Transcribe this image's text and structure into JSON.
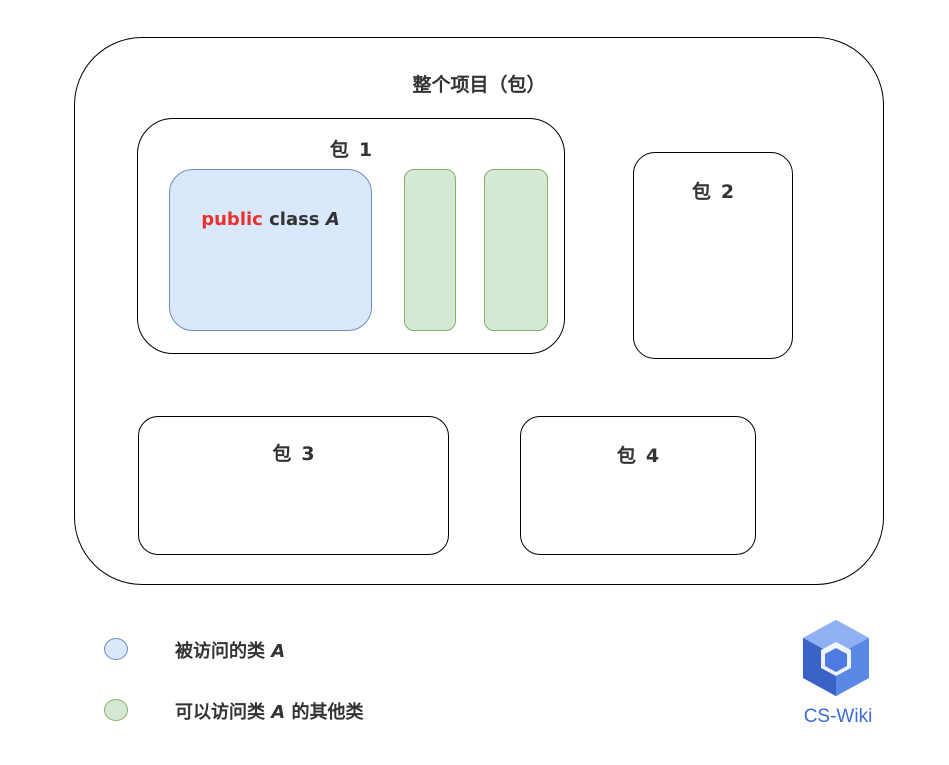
{
  "project": {
    "title": "整个项目（包）"
  },
  "packages": [
    {
      "name": "包",
      "number": "1"
    },
    {
      "name": "包",
      "number": "2"
    },
    {
      "name": "包",
      "number": "3"
    },
    {
      "name": "包",
      "number": "4"
    }
  ],
  "class_a": {
    "keyword": "public",
    "rest": "class",
    "name": "A"
  },
  "legend": [
    {
      "text": "被访问的类",
      "name": "A",
      "color": "#dae8fc",
      "border": "#6c8ebf"
    },
    {
      "text_before": "可以访问类",
      "name": "A",
      "text_after": "的其他类",
      "color": "#d5e8d4",
      "border": "#82b366"
    }
  ],
  "colors": {
    "keyword": "#e8302c",
    "text": "#333333",
    "logo": "#3b6bd6"
  },
  "logo": {
    "text": "CS-Wiki",
    "icon": "cube-logo-icon"
  }
}
